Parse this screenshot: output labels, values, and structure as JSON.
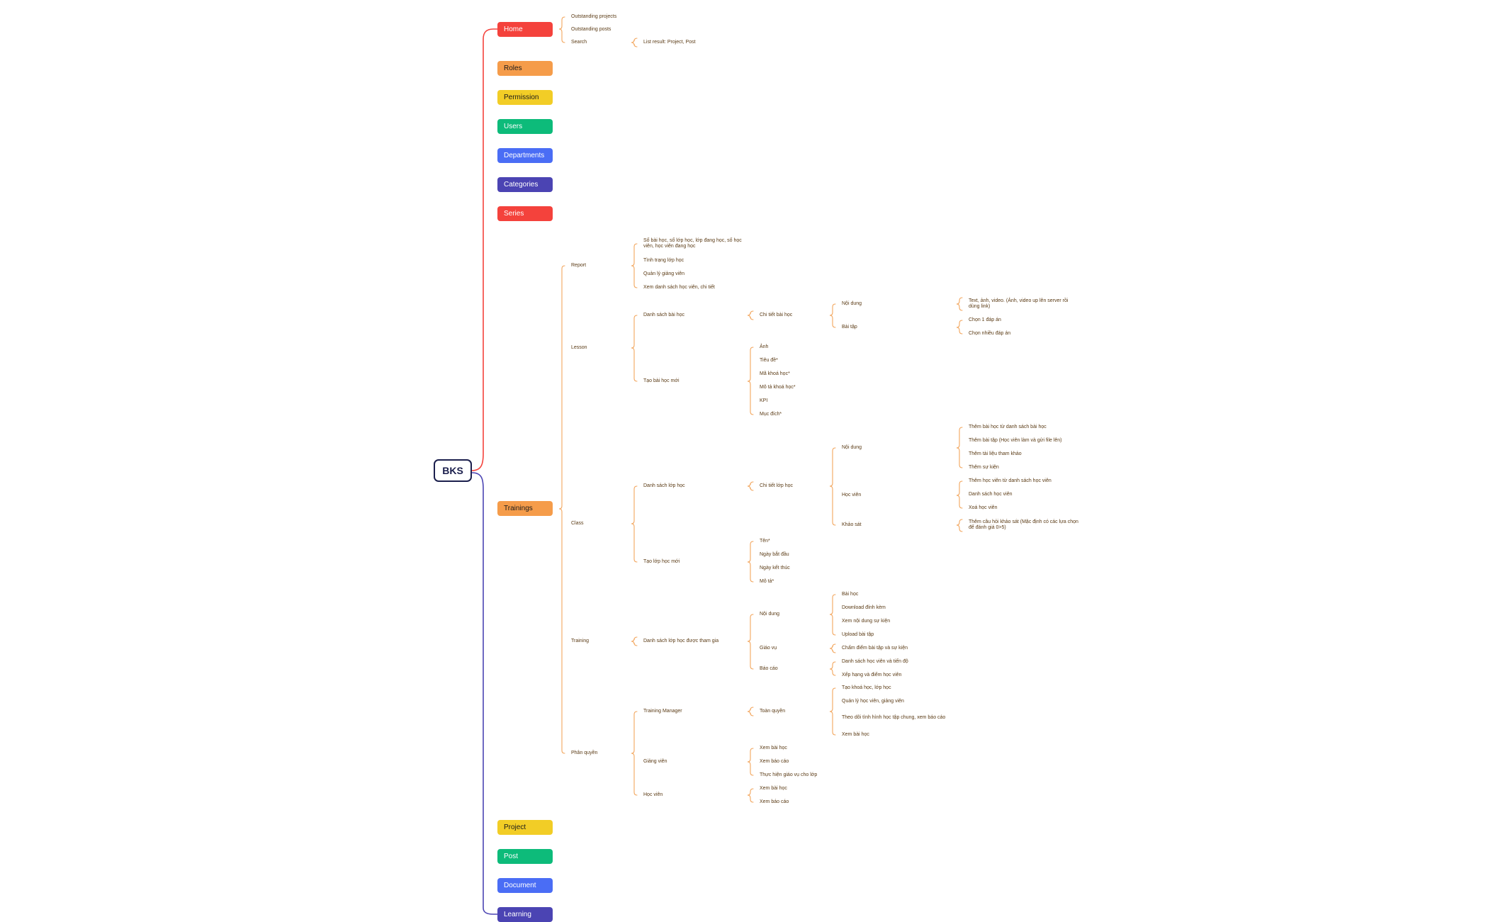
{
  "root": "BKS",
  "colors": {
    "red": "#f4423c",
    "orange": "#f59c4a",
    "yellow": "#f2cd26",
    "green": "#0dbb7a",
    "blue": "#4a6df5",
    "indigo": "#4b44b3",
    "root_border": "#1b1f4d",
    "leaf_text": "#5a3a14",
    "brace": "#f2a55c"
  },
  "modules": {
    "home": "Home",
    "roles": "Roles",
    "permission": "Permission",
    "users": "Users",
    "departments": "Departments",
    "categories": "Categories",
    "series": "Series",
    "trainings": "Trainings",
    "project": "Project",
    "post": "Post",
    "document": "Document",
    "learning": "Learning"
  },
  "home": {
    "outstanding_projects": "Outstanding projects",
    "outstanding_posts": "Outstanding posts",
    "search": "Search",
    "search_result": "List result: Project, Post"
  },
  "trainings": {
    "report": {
      "label": "Report",
      "items": [
        "Số bài học, số lớp học, lớp đang học, số học viên, học viên đang học",
        "Tình trạng lớp học",
        "Quản lý giảng viên",
        "Xem danh sách học viên, chi tiết"
      ]
    },
    "lesson": {
      "label": "Lesson",
      "list": "Danh sách bài học",
      "detail": "Chi tiết bài học",
      "content": "Nội dung",
      "content_item": "Text, ảnh, video. (Ảnh, video up lên server rồi dùng link)",
      "exercise": "Bài tập",
      "exercise_items": [
        "Chọn 1 đáp án",
        "Chọn nhiều đáp án"
      ],
      "create": "Tạo bài học mới",
      "create_fields": [
        "Ảnh",
        "Tiêu đề*",
        "Mã khoá học*",
        "Mô tả khoá học*",
        "KPI",
        "Mục đích*"
      ]
    },
    "class": {
      "label": "Class",
      "list": "Danh sách lớp học",
      "detail": "Chi tiết lớp học",
      "content": "Nội dung",
      "content_items": [
        "Thêm bài học từ danh sách bài học",
        "Thêm bài tập (Học viên làm và gửi file lên)",
        "Thêm tài liệu tham khảo",
        "Thêm sự kiện"
      ],
      "students": "Học viên",
      "student_items": [
        "Thêm học viên từ danh sách học viên",
        "Danh sách học viên",
        "Xoá học viên"
      ],
      "survey": "Khảo sát",
      "survey_item": "Thêm câu hỏi khảo sát (Mặc định có các lựa chọn để đánh giá 0>5)",
      "create": "Tạo lớp học mới",
      "create_fields": [
        "Tên*",
        "Ngày bắt đầu",
        "Ngày kết thúc",
        "Mô tả*"
      ]
    },
    "training": {
      "label": "Training",
      "joined": "Danh sách lớp học được tham gia",
      "content": "Nội dung",
      "content_items": [
        "Bài học",
        "Download đính kèm",
        "Xem nội dung sự kiện",
        "Upload bài tập"
      ],
      "academic": "Giáo vụ",
      "academic_item": "Chấm điểm bài tập và sự kiện",
      "report": "Báo cáo",
      "report_items": [
        "Danh sách học viên và tiến độ",
        "Xếp hạng và điểm học viên"
      ]
    },
    "permissions": {
      "label": "Phân quyền",
      "manager": "Training Manager",
      "full": "Toàn quyền",
      "full_items": [
        "Tạo khoá học, lớp học",
        "Quản lý học viên, giảng viên",
        "Theo dõi tình hình học tập chung, xem báo cáo",
        "Xem bài học"
      ],
      "teacher": "Giảng viên",
      "teacher_items": [
        "Xem bài học",
        "Xem báo cáo",
        "Thực hiện giáo vụ cho lớp"
      ],
      "student": "Học viên",
      "student_items": [
        "Xem bài học",
        "Xem báo cáo"
      ]
    }
  }
}
